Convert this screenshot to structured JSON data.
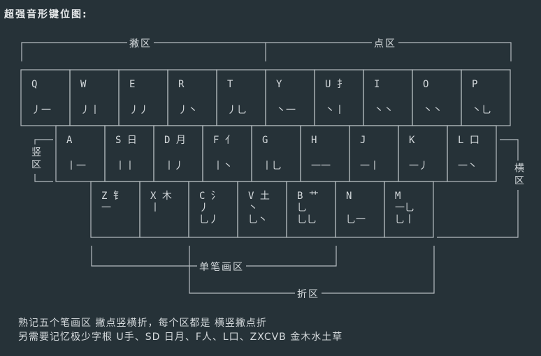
{
  "title": "超强音形键位图:",
  "zones": {
    "pie": "撇区",
    "dian": "点区",
    "shu": "竖区",
    "heng": "横区",
    "dan": "单笔画区",
    "zhe": "折区"
  },
  "rows": [
    [
      {
        "id": "q",
        "label": "Q",
        "code": "丿一"
      },
      {
        "id": "w",
        "label": "W",
        "code": "丿丨"
      },
      {
        "id": "e",
        "label": "E",
        "code": "丿丿"
      },
      {
        "id": "r",
        "label": "R",
        "code": "丿丶"
      },
      {
        "id": "t",
        "label": "T",
        "code": "丿乚"
      },
      {
        "id": "y",
        "label": "Y",
        "code": "丶一"
      },
      {
        "id": "u",
        "label": "U 扌",
        "code": "丶丨"
      },
      {
        "id": "i",
        "label": "I",
        "code": "丶丶"
      },
      {
        "id": "o",
        "label": "O",
        "code": "丶丶"
      },
      {
        "id": "p",
        "label": "P",
        "code": "丶乚"
      }
    ],
    [
      {
        "id": "a",
        "label": "A",
        "code": "丨一"
      },
      {
        "id": "s",
        "label": "S 日",
        "code": "丨丨"
      },
      {
        "id": "d",
        "label": "D 月",
        "code": "丨丿"
      },
      {
        "id": "f",
        "label": "F 亻",
        "code": "丨丶"
      },
      {
        "id": "g",
        "label": "G",
        "code": "丨乚"
      },
      {
        "id": "h",
        "label": "H",
        "code": "一一"
      },
      {
        "id": "j",
        "label": "J",
        "code": "一丨"
      },
      {
        "id": "k",
        "label": "K",
        "code": "一丿"
      },
      {
        "id": "l",
        "label": "L 口",
        "code": "一丶"
      }
    ],
    [
      {
        "id": "z",
        "label": "Z 钅",
        "code": "一"
      },
      {
        "id": "x",
        "label": "X 木",
        "code": "丨"
      },
      {
        "id": "c",
        "label": "C 氵",
        "code": "丿\n乚丿"
      },
      {
        "id": "v",
        "label": "V 土",
        "code": "丶\n乚丶"
      },
      {
        "id": "b",
        "label": "B 艹",
        "code": "乚\n乚乚"
      },
      {
        "id": "n",
        "label": "N",
        "code": "\n乚一"
      },
      {
        "id": "m",
        "label": "M",
        "code": "一乚\n乚丨"
      }
    ]
  ],
  "footer": {
    "line1": "熟记五个笔画区 撇点竖横折，每个区都是 横竖撇点折",
    "line2": "另需要记忆极少字根 U手、SD 日月、F人、L口、ZXCVB 金木水土草"
  }
}
